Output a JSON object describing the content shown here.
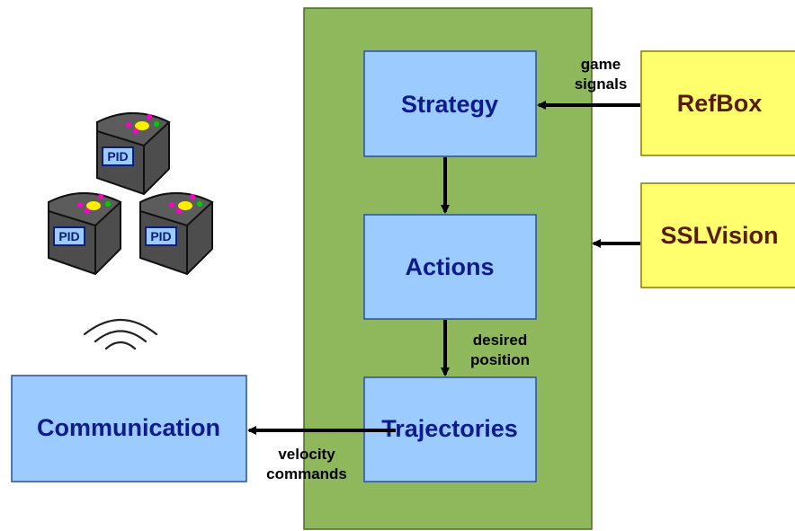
{
  "colors": {
    "panel_fill": "#8fb85c",
    "panel_stroke": "#4a6b1f",
    "module_fill": "#9ccbff",
    "module_stroke": "#2c4f9e",
    "module_text": "#0d1b8c",
    "external_fill": "#ffff6e",
    "external_stroke": "#8a7a00",
    "external_text": "#5a1a00",
    "arrow": "#000000",
    "robot_body": "#4d4d4d",
    "robot_top": "#5c5c5c"
  },
  "modules": {
    "strategy": "Strategy",
    "actions": "Actions",
    "trajectories": "Trajectories",
    "communication": "Communication"
  },
  "external": {
    "refbox": "RefBox",
    "sslvision": "SSLVision"
  },
  "edge_labels": {
    "game_signals": [
      "game",
      "signals"
    ],
    "desired_position": [
      "desired",
      "position"
    ],
    "velocity_commands": [
      "velocity",
      "commands"
    ]
  },
  "robots": [
    {
      "label": "PID"
    },
    {
      "label": "PID"
    },
    {
      "label": "PID"
    }
  ],
  "icons": {
    "wireless": "wireless-signal-icon",
    "robot": "robot-icon"
  }
}
